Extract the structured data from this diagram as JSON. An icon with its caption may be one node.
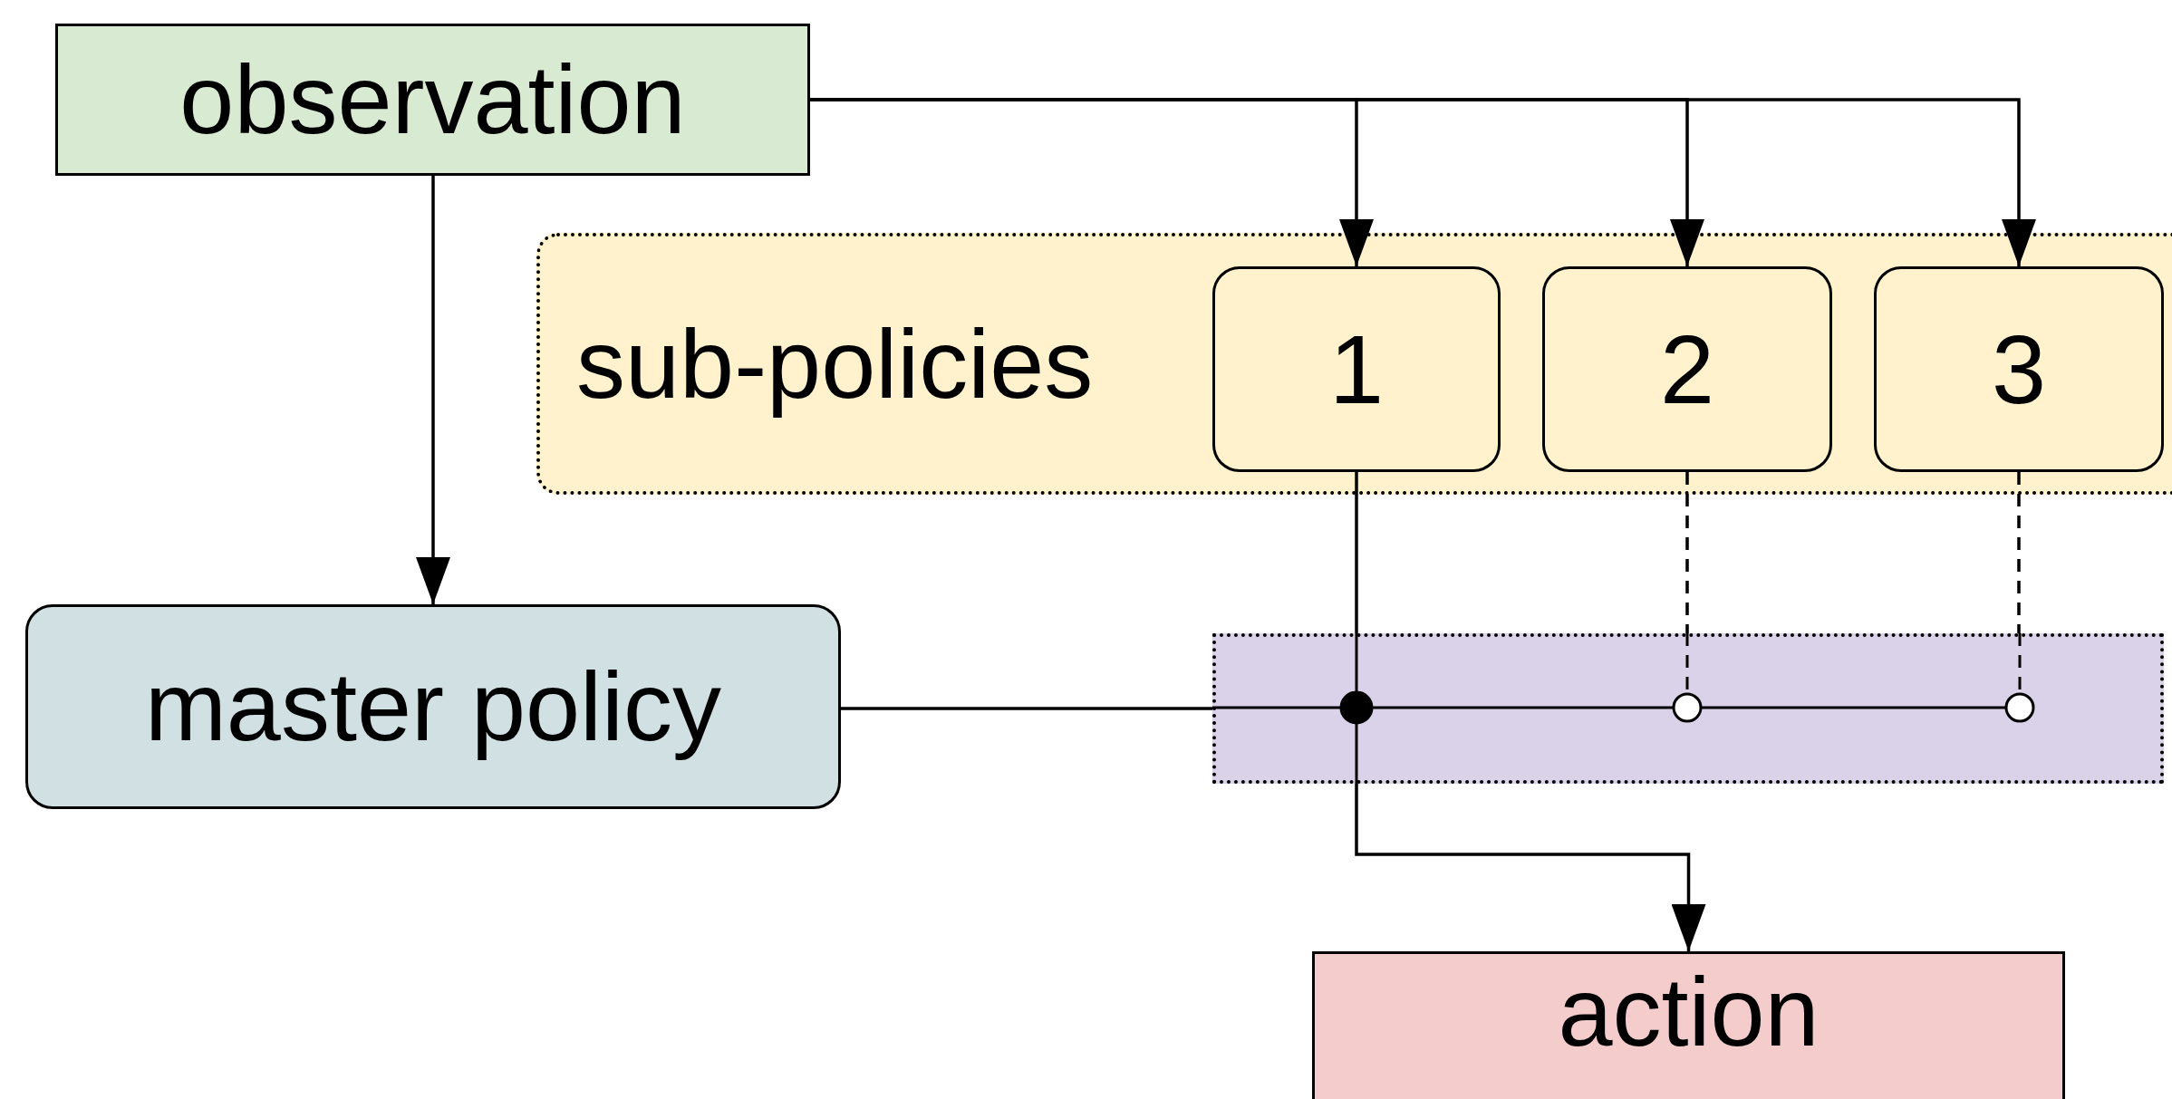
{
  "diagram": {
    "nodes": [
      {
        "text": [
          "observation"
        ]
      },
      {
        "text": [
          "sub-policies"
        ]
      },
      {
        "text": [
          "1"
        ],
        "in": 1
      },
      {
        "text": [
          "2"
        ],
        "in": 1
      },
      {
        "text": [
          "3"
        ],
        "in": 1
      },
      {
        "text": [
          "master policy"
        ]
      },
      {
        "text": [],
        "shape": "box"
      },
      {
        "text": [
          "action"
        ]
      }
    ],
    "edges": [
      {
        "from": 0,
        "to": 2,
        "arrow": "to"
      },
      {
        "from": 0,
        "to": 3,
        "arrow": "to"
      },
      {
        "from": 0,
        "to": 4,
        "arrow": "to"
      },
      {
        "from": 0,
        "to": 5,
        "arrow": "to"
      },
      {
        "from": 5,
        "to": 6,
        "arrow": "none"
      },
      {
        "from": 2,
        "to": 6,
        "arrow": "none"
      },
      {
        "from": 3,
        "to": 6,
        "arrow": "none",
        "style": "dashed"
      },
      {
        "from": 4,
        "to": 6,
        "arrow": "none",
        "style": "dashed"
      },
      {
        "from": 6,
        "to": 7,
        "arrow": "to"
      }
    ]
  }
}
